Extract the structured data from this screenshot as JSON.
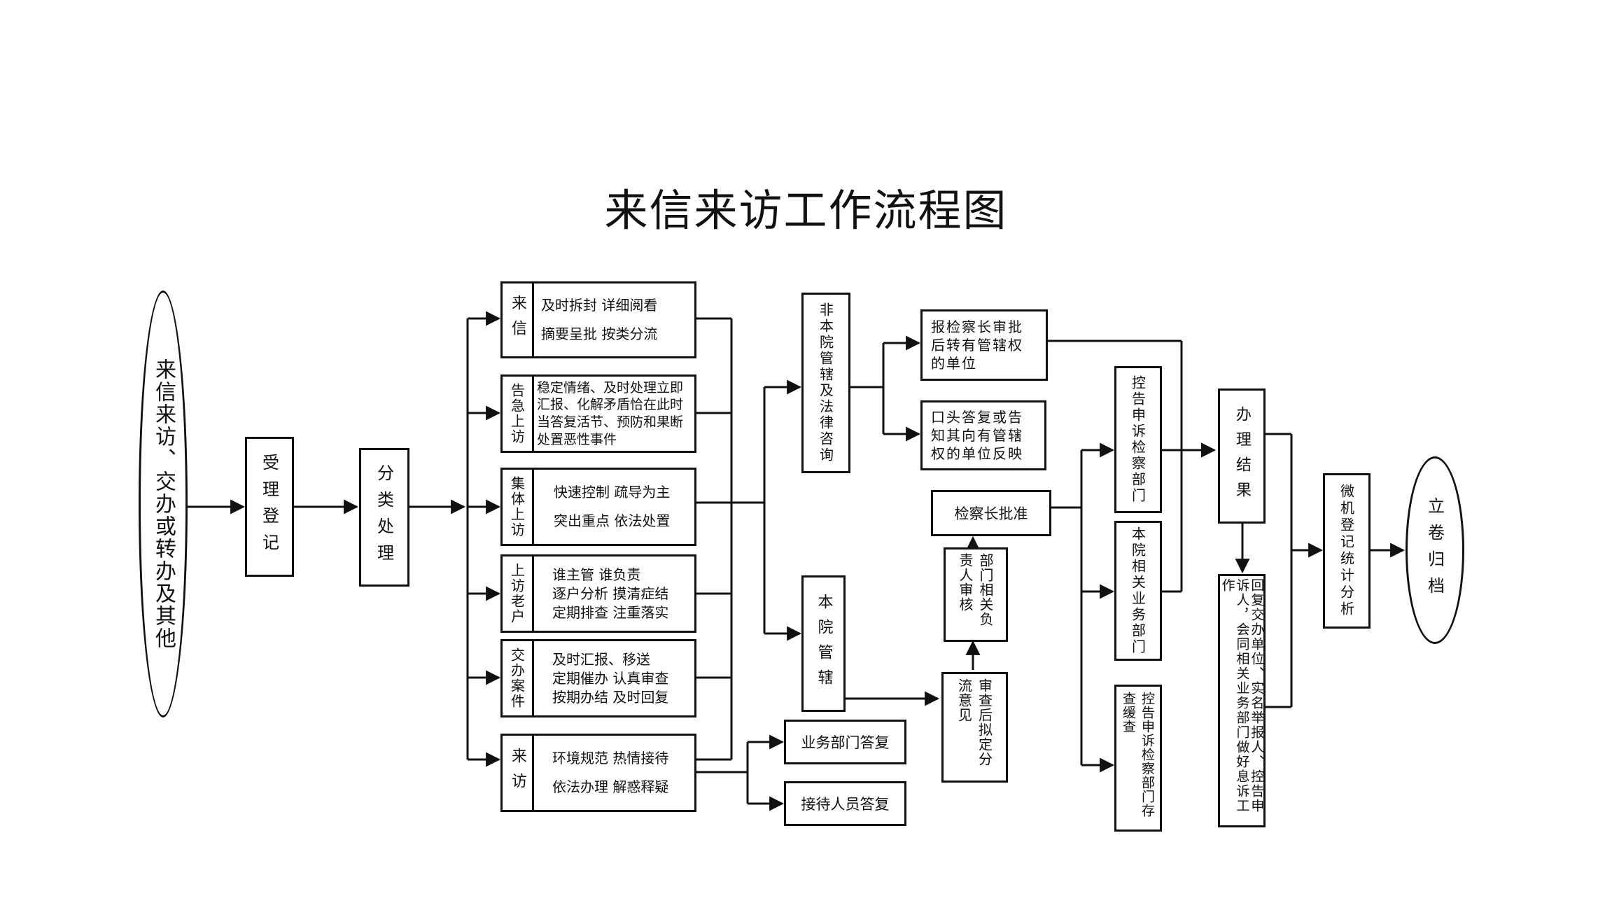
{
  "title": "来信来访工作流程图",
  "start": "来信来访、交办或转办及其他",
  "register": "受理登记",
  "classify": "分类处理",
  "categories": [
    {
      "name": "来信",
      "lines": [
        "及时拆封  详细阅看",
        "摘要呈批  按类分流"
      ]
    },
    {
      "name": "告急上访",
      "lines": [
        "稳定情绪、及时处理立即",
        "汇报、化解矛盾恰在此时",
        "当答复活节、预防和果断",
        "处置恶性事件"
      ]
    },
    {
      "name": "集体上访",
      "lines": [
        "快速控制  疏导为主",
        "突出重点  依法处置"
      ]
    },
    {
      "name": "上访老户",
      "lines": [
        "谁主管  谁负责",
        "逐户分析  摸清症结",
        "定期排查  注重落实"
      ]
    },
    {
      "name": "交办案件",
      "lines": [
        "及时汇报、移送",
        "定期催办  认真审查",
        "按期办结  及时回复"
      ]
    },
    {
      "name": "来访",
      "lines": [
        "环境规范  热情接待",
        "依法办理  解惑释疑"
      ]
    }
  ],
  "non_jurisdiction": "非本院管辖及法律咨询",
  "report_transfer": "报检察长审批后转有管辖权的单位",
  "oral_reply": "口头答复或告知其向有管辖权的单位反映",
  "own_jurisdiction": "本院管辖",
  "biz_reply": "业务部门答复",
  "reception_reply": "接待人员答复",
  "review": "审查后拟定分流意见",
  "dept_head": "部门相关负责人审核",
  "chief_approve": "检察长批准",
  "complaint_dept": "控告申诉检察部门",
  "biz_dept": "本院相关业务部门",
  "store_dept": "控告申诉检察部门存查缓查",
  "result": "办理结果",
  "feedback": "回复交办单位、实名举报人、控告申诉人，会同相关业务部门做好息诉工作",
  "stats": "微机登记统计分析",
  "archive": "立卷归档"
}
